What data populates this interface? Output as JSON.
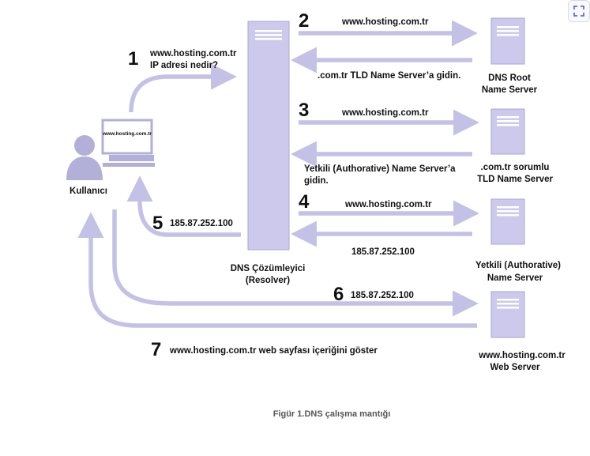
{
  "colors": {
    "arrow": "#c4c1e6",
    "server_body": "#ccc9ec",
    "server_edge": "#a9a5d6",
    "user_figure": "#b2afd8",
    "text": "#111111",
    "caption": "#555555"
  },
  "user": {
    "label": "Kullanıcı",
    "screen_text": "www.hosting.com.tr"
  },
  "resolver": {
    "label_line1": "DNS Çözümleyici",
    "label_line2": "(Resolver)"
  },
  "servers": {
    "root": {
      "line1": "DNS Root",
      "line2": "Name Server"
    },
    "tld": {
      "line1": ".com.tr sorumlu",
      "line2": "TLD Name Server"
    },
    "authoritative": {
      "line1": "Yetkili (Authorative)",
      "line2": "Name Server"
    },
    "web": {
      "line1": "www.hosting.com.tr",
      "line2": "Web Server"
    }
  },
  "steps": [
    {
      "number": "1",
      "text_line1": "www.hosting.com.tr",
      "text_line2": "IP adresi nedir?"
    },
    {
      "number": "2",
      "request": "www.hosting.com.tr",
      "response": ".com.tr TLD Name Server’a gidin."
    },
    {
      "number": "3",
      "request": "www.hosting.com.tr",
      "response_line1": "Yetkili (Authorative) Name Server’a",
      "response_line2": "gidin."
    },
    {
      "number": "4",
      "request": "www.hosting.com.tr",
      "response": "185.87.252.100"
    },
    {
      "number": "5",
      "text": "185.87.252.100"
    },
    {
      "number": "6",
      "text": "185.87.252.100"
    },
    {
      "number": "7",
      "text": "www.hosting.com.tr web sayfası içeriğini göster"
    }
  ],
  "caption": "Figür 1.DNS çalışma mantığı",
  "corner_icon": "expand-icon"
}
